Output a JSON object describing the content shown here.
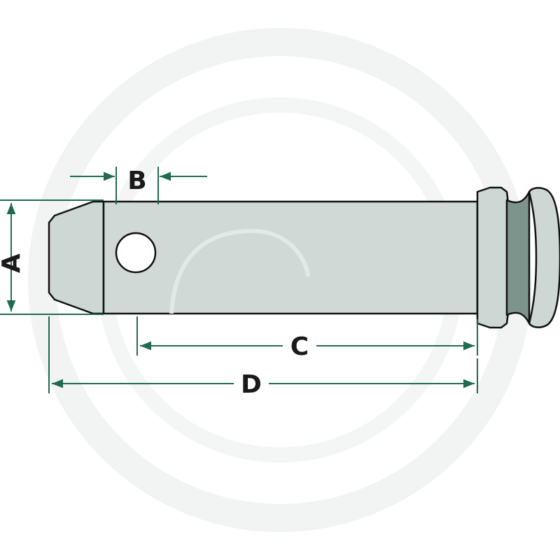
{
  "diagram": {
    "labels": {
      "A": "A",
      "B": "B",
      "C": "C",
      "D": "D"
    },
    "colors": {
      "background": "#ffffff",
      "watermark": "#eef2ef",
      "pin_fill": "#cdd7d3",
      "pin_fill_dark": "#a9b8b2",
      "groove_fill": "#7d948c",
      "outline": "#111111",
      "dimension_line": "#1f6b52",
      "hole_fill": "#ffffff"
    }
  }
}
